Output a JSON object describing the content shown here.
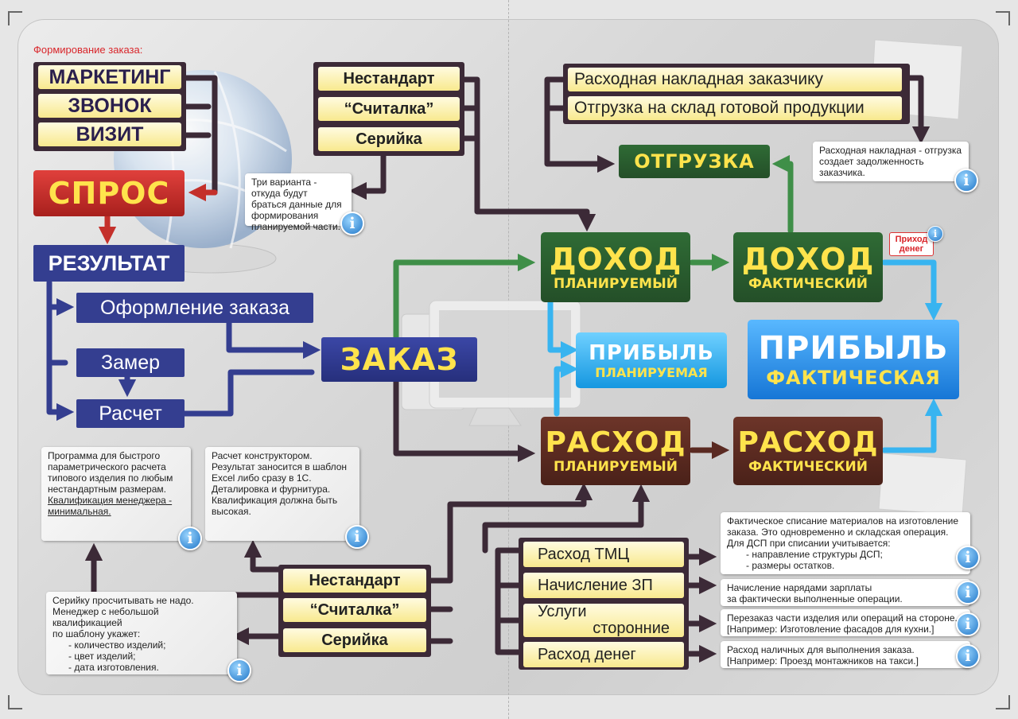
{
  "section_title": "Формирование заказа:",
  "marketing": [
    "МАРКЕТИНГ",
    "ЗВОНОК",
    "ВИЗИТ"
  ],
  "spros": "СПРОС",
  "result": "РЕЗУЛЬТАТ",
  "result_items": [
    "Оформление заказа",
    "Замер",
    "Расчет"
  ],
  "zakaz": "ЗАКАЗ",
  "top_sources": [
    "Нестандарт",
    "“Считалка”",
    "Серийка"
  ],
  "top_sources_note": "Три варианта - откуда будут браться данные для формирования планируемой части.",
  "shipping_docs": [
    "Расходная накладная заказчику",
    "Отгрузка на склад готовой продукции"
  ],
  "shipping_note": "Расходная накладная - отгрузка создает задолженность заказчика.",
  "otgruzka": "ОТГРУЗКА",
  "income_plan": {
    "title": "ДОХОД",
    "sub": "ПЛАНИРУЕМЫЙ"
  },
  "income_fact": {
    "title": "ДОХОД",
    "sub": "ФАКТИЧЕСКИЙ"
  },
  "money_in": "Приход денег",
  "profit_plan": {
    "title": "ПРИБЫЛЬ",
    "sub": "ПЛАНИРУЕМАЯ"
  },
  "profit_fact": {
    "title": "ПРИБЫЛЬ",
    "sub": "ФАКТИЧЕСКАЯ"
  },
  "expense_plan": {
    "title": "РАСХОД",
    "sub": "ПЛАНИРУЕМЫЙ"
  },
  "expense_fact": {
    "title": "РАСХОД",
    "sub": "ФАКТИЧЕСКИЙ"
  },
  "bottom_sources": [
    "Нестандарт",
    "“Считалка”",
    "Серийка"
  ],
  "note_calc": {
    "lines": [
      "Программа для быстрого",
      "параметрического расчета",
      "типового изделия по любым",
      "нестандартным размерам."
    ],
    "underlined": [
      "Квалификация менеджера -",
      "минимальная."
    ]
  },
  "note_constructor": [
    "Расчет конструктором.",
    "Результат заносится в шаблон",
    "Excel либо сразу в 1С.",
    "Деталировка и фурнитура.",
    "Квалификация должна быть",
    "высокая."
  ],
  "note_serial": [
    "Серийку просчитывать не надо.",
    "Менеджер с небольшой квалификацией",
    "по шаблону укажет:",
    "- количество изделий;",
    "- цвет изделий;",
    "- дата изготовления."
  ],
  "expense_items": [
    {
      "label": "Расход ТМЦ",
      "note": [
        "Фактическое списание материалов на изготовление",
        "заказа. Это одновременно и складская операция.",
        "Для ДСП при списании учитывается:",
        "- направление структуры ДСП;",
        "- размеры остатков."
      ]
    },
    {
      "label": "Начисление ЗП",
      "note": [
        "Начисление нарядами зарплаты",
        "за фактически выполненные операции."
      ]
    },
    {
      "label": "Услуги сторонние",
      "label_lines": [
        "Услуги",
        "сторонние"
      ],
      "note": [
        "Перезаказ части изделия или операций на стороне.",
        "[Например: Изготовление фасадов для кухни.]"
      ]
    },
    {
      "label": "Расход денег",
      "note": [
        "Расход наличных для выполнения заказа.",
        "[Например: Проезд монтажников на такси.]"
      ]
    }
  ],
  "info_icon": "i",
  "colors": {
    "title_red": "#d9252a",
    "navy": "#343e90",
    "dark_frame": "#3c2a37",
    "green": "#2f6b35",
    "brown": "#5c2b20",
    "cyan": "#26a6ec",
    "blue_fact": "#1f8fe6",
    "yellow": "#f8e98e",
    "income_text": "#ffe34c"
  }
}
